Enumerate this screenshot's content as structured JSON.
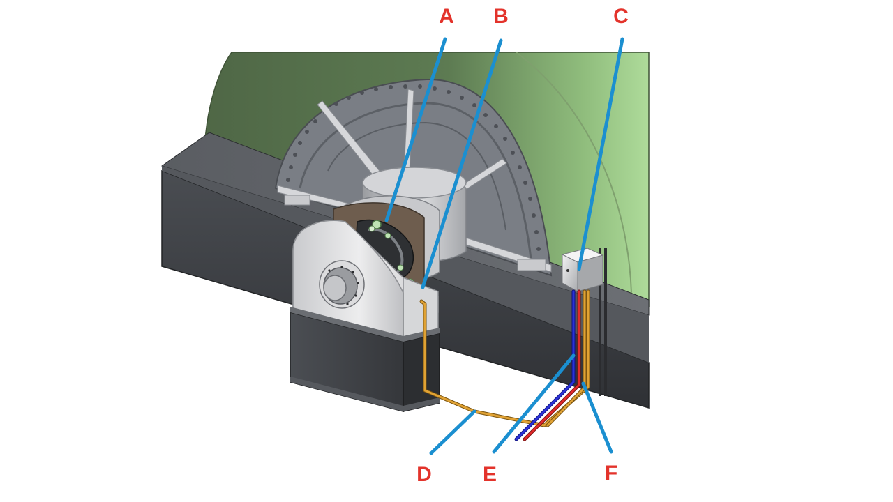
{
  "callouts": [
    {
      "id": "A",
      "label": "A"
    },
    {
      "id": "B",
      "label": "B"
    },
    {
      "id": "C",
      "label": "C"
    },
    {
      "id": "D",
      "label": "D"
    },
    {
      "id": "E",
      "label": "E"
    },
    {
      "id": "F",
      "label": "F"
    }
  ],
  "colors": {
    "label_red": "#e3332b",
    "leader_blue": "#1b8fd0",
    "housing_green": "#57704c",
    "base_dark": "#3a3c40",
    "pipe_orange": "#d89a2a",
    "cable_red": "#d42020",
    "cable_blue": "#1c22b0"
  }
}
